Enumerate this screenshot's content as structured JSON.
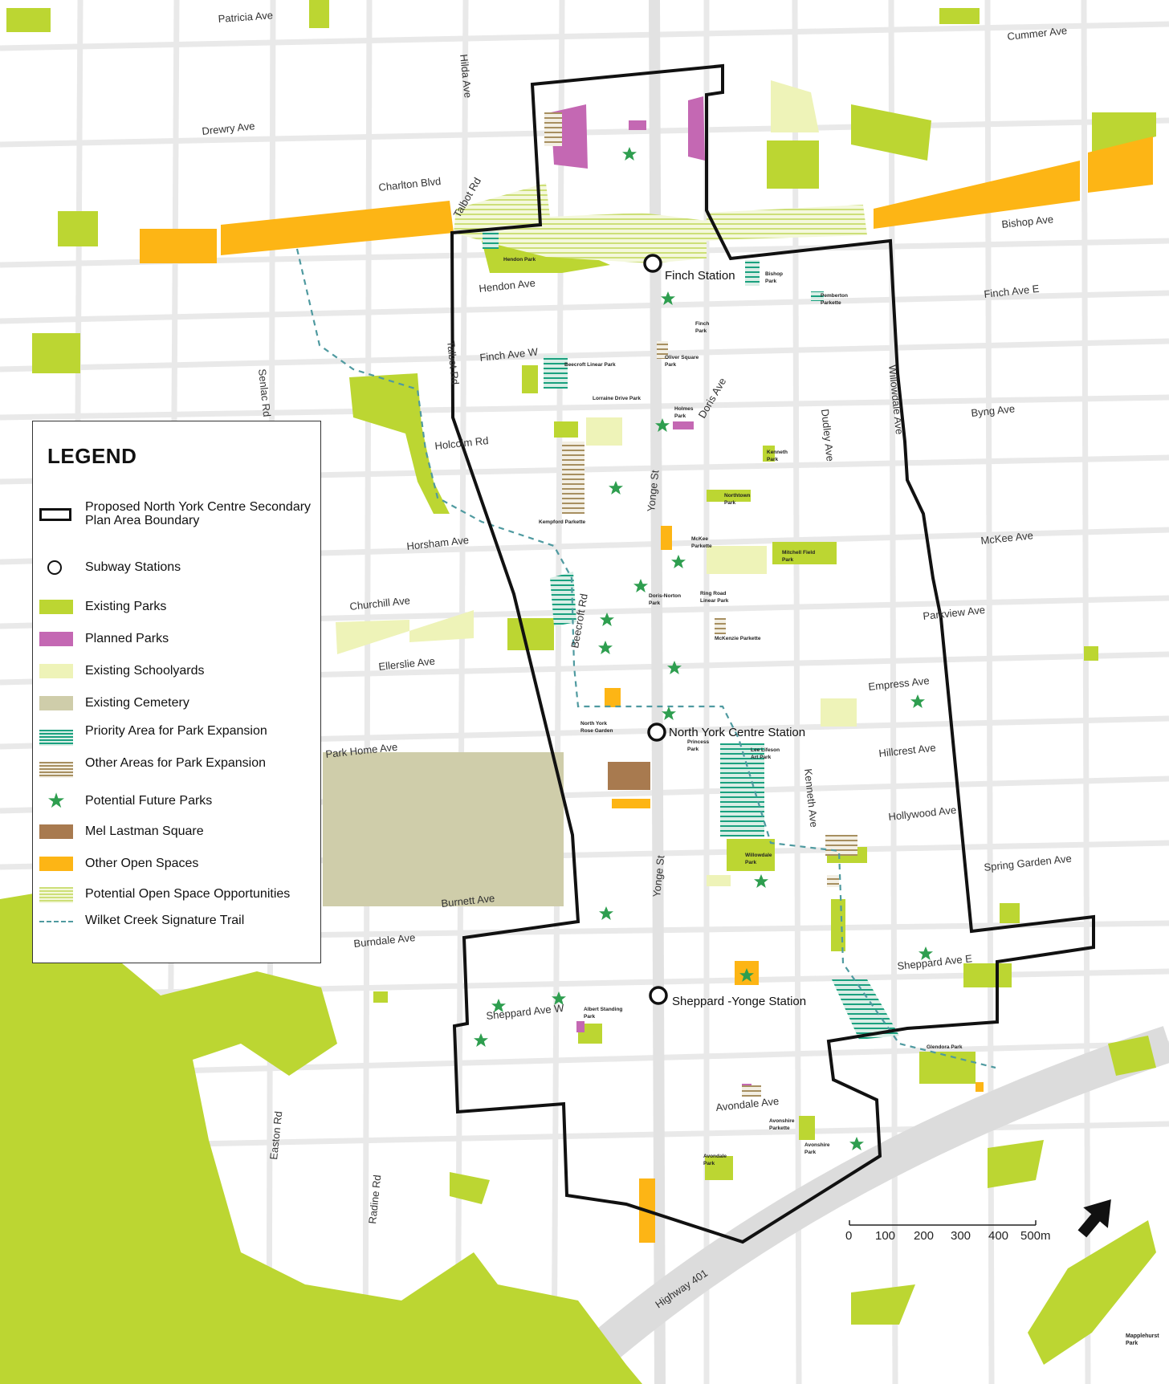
{
  "colors": {
    "background": "#ffffff",
    "road": "#e9e9e9",
    "boundary": "#111111",
    "existing_parks": "#bcd632",
    "planned_parks": "#c468b3",
    "existing_schoolyards": "#eef3b8",
    "existing_cemetery": "#cfcdaa",
    "priority_area": "#1aa17f",
    "other_areas": "#a78f60",
    "potential_future_parks": "#2e9e4f",
    "mel_lastman_square": "#a87a4f",
    "other_open_spaces": "#fdb515",
    "potential_open_space": "#cddf78",
    "trail": "#4f9aa0"
  },
  "legend": {
    "title": "LEGEND",
    "items": [
      {
        "label": "Proposed North York Centre Secondary Plan Area Boundary",
        "icon": "boundary-outline"
      },
      {
        "label": "Subway Stations",
        "icon": "station-circle"
      },
      {
        "label": "Existing Parks",
        "icon": "fill-swatch"
      },
      {
        "label": "Planned Parks",
        "icon": "fill-swatch"
      },
      {
        "label": "Existing Schoolyards",
        "icon": "fill-swatch"
      },
      {
        "label": "Existing Cemetery",
        "icon": "fill-swatch"
      },
      {
        "label": "Priority Area for Park Expansion",
        "icon": "striped-swatch"
      },
      {
        "label": "Other Areas for Park Expansion",
        "icon": "striped-swatch"
      },
      {
        "label": "Potential Future Parks",
        "icon": "star-icon"
      },
      {
        "label": "Mel Lastman Square",
        "icon": "fill-swatch"
      },
      {
        "label": "Other Open Spaces",
        "icon": "fill-swatch"
      },
      {
        "label": "Potential Open Space Opportunities",
        "icon": "striped-swatch"
      },
      {
        "label": "Wilket Creek Signature Trail",
        "icon": "dashed-line"
      }
    ]
  },
  "streets": {
    "patricia": "Patricia Ave",
    "cummer": "Cummer Ave",
    "hilda": "Hilda Ave",
    "drewry": "Drewry Ave",
    "charlton": "Charlton Blvd",
    "talbot_north": "Talbot Rd",
    "bishop": "Bishop Ave",
    "hendon": "Hendon Ave",
    "finch_e": "Finch Ave E",
    "finch_w": "Finch Ave W",
    "talbot_south": "Talbot Rd",
    "senlac": "Senlac Rd",
    "willowdale": "Willowdale Ave",
    "doris": "Doris Ave",
    "byng": "Byng Ave",
    "dudley": "Dudley Ave",
    "holcolm": "Holcolm Rd",
    "yonge_north": "Yonge St",
    "mckee": "McKee Ave",
    "horsham": "Horsham Ave",
    "churchill": "Churchill Ave",
    "beecroft": "Beecroft Rd",
    "parkview": "Parkview Ave",
    "ellerslie": "Ellerslie Ave",
    "empress": "Empress Ave",
    "hillcrest": "Hillcrest Ave",
    "park_home": "Park Home Ave",
    "kenneth": "Kenneth Ave",
    "hollywood": "Hollywood Ave",
    "spring_garden": "Spring Garden Ave",
    "yonge_south": "Yonge St",
    "burnett": "Burnett Ave",
    "burndale": "Burndale Ave",
    "sheppard_e": "Sheppard Ave E",
    "sheppard_w": "Sheppard Ave W",
    "avondale": "Avondale Ave",
    "easton": "Easton Rd",
    "radine": "Radine Rd",
    "highway_401": "Highway 401"
  },
  "stations": {
    "finch": "Finch Station",
    "north_york_centre": "North York Centre Station",
    "sheppard_yonge": "Sheppard -Yonge Station"
  },
  "parks": {
    "hendon": "Hendon Park",
    "bishop_1": "Bishop",
    "bishop_2": "Park",
    "pemberton_1": "Pemberton",
    "pemberton_2": "Parkette",
    "finch_1": "Finch",
    "finch_2": "Park",
    "oliver_1": "Oliver Square",
    "oliver_2": "Park",
    "beecroft_linear": "Beecroft Linear Park",
    "lorraine": "Lorraine Drive Park",
    "holmes_1": "Holmes",
    "holmes_2": "Park",
    "kenneth_1": "Kenneth",
    "kenneth_2": "Park",
    "northtown_1": "Northtown",
    "northtown_2": "Park",
    "kempford": "Kempford Parkette",
    "mckee_1": "McKee",
    "mckee_2": "Parkette",
    "mitchell_1": "Mitchell Field",
    "mitchell_2": "Park",
    "doris_norton_1": "Doris-Norton",
    "doris_norton_2": "Park",
    "ring_road_1": "Ring Road",
    "ring_road_2": "Linear Park",
    "mckenzie": "McKenzie Parkette",
    "nyrose_1": "North York",
    "nyrose_2": "Rose Garden",
    "princess_1": "Princess",
    "princess_2": "Park",
    "lee_lifeson_1": "Lee Lifeson",
    "lee_lifeson_2": "Art Park",
    "willowdale_1": "Willowdale",
    "willowdale_2": "Park",
    "albert_1": "Albert Standing",
    "albert_2": "Park",
    "glendora": "Glendora Park",
    "avonshire_parkette_1": "Avonshire",
    "avonshire_parkette_2": "Parkette",
    "avonshire_park_1": "Avonshire",
    "avonshire_park_2": "Park",
    "avondale_1": "Avondale",
    "avondale_2": "Park",
    "mapplehurst_1": "Mapplehurst",
    "mapplehurst_2": "Park"
  },
  "scale_bar": {
    "unit_labels": [
      "0",
      "100",
      "200",
      "300",
      "400",
      "500m"
    ]
  },
  "north_arrow": {
    "icon": "north-arrow-icon"
  }
}
